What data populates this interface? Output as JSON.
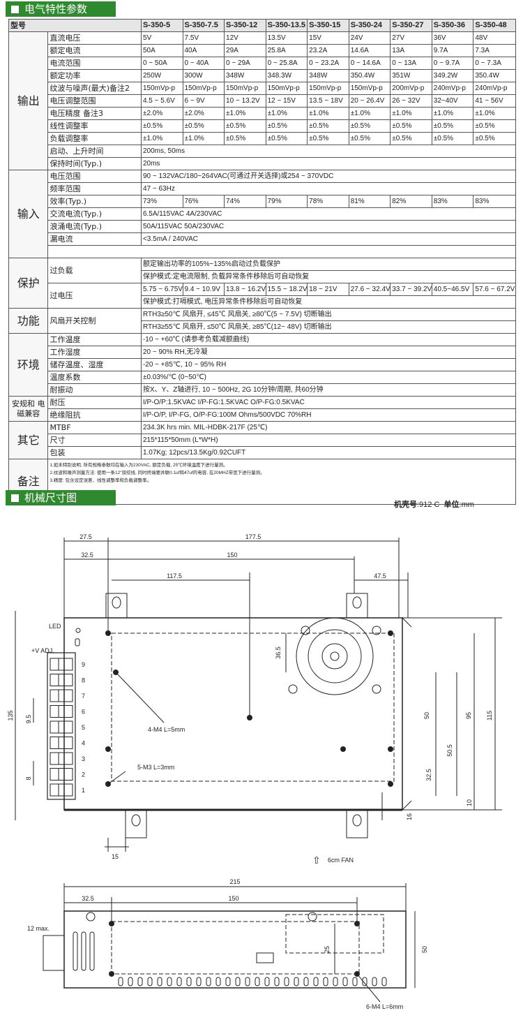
{
  "banners": {
    "spec": "电气特性参数",
    "mech": "机械尺寸图"
  },
  "mech_info": {
    "case_label": "机壳号",
    "case_no": ":912 C",
    "unit_label": "单位",
    "unit": ":mm"
  },
  "spec_table": {
    "model_label": "型号",
    "models": [
      "S-350-5",
      "S-350-7.5",
      "S-350-12",
      "S-350-13.5",
      "S-350-15",
      "S-350-24",
      "S-350-27",
      "S-350-36",
      "S-350-48"
    ],
    "sections": {
      "output": "输出",
      "input": "输入",
      "protection": "保护",
      "function": "功能",
      "environment": "环境",
      "safety": "安规和\n电磁兼容",
      "other": "其它",
      "notes": "备注"
    },
    "output_rows": [
      {
        "label": "直流电压",
        "values": [
          "5V",
          "7.5V",
          "12V",
          "13.5V",
          "15V",
          "24V",
          "27V",
          "36V",
          "48V"
        ]
      },
      {
        "label": "额定电流",
        "values": [
          "50A",
          "40A",
          "29A",
          "25.8A",
          "23.2A",
          "14.6A",
          "13A",
          "9.7A",
          "7.3A"
        ]
      },
      {
        "label": "电流范围",
        "values": [
          "0 ~ 50A",
          "0 ~ 40A",
          "0 ~ 29A",
          "0 ~ 25.8A",
          "0 ~ 23.2A",
          "0 ~ 14.6A",
          "0 ~ 13A",
          "0 ~ 9.7A",
          "0 ~ 7.3A"
        ]
      },
      {
        "label": "额定功率",
        "values": [
          "250W",
          "300W",
          "348W",
          "348.3W",
          "348W",
          "350.4W",
          "351W",
          "349.2W",
          "350.4W"
        ]
      },
      {
        "label": "纹波与噪声(最大)备注2",
        "values": [
          "150mVp-p",
          "150mVp-p",
          "150mVp-p",
          "150mVp-p",
          "150mVp-p",
          "150mVp-p",
          "200mVp-p",
          "240mVp-p",
          "240mVp-p"
        ]
      },
      {
        "label": "电压调整范围",
        "values": [
          "4.5 ~ 5.6V",
          "6 ~ 9V",
          "10 ~ 13.2V",
          "12 ~ 15V",
          "13.5 ~ 18V",
          "20 ~ 26.4V",
          "26 ~ 32V",
          "32~40V",
          "41 ~ 56V"
        ]
      },
      {
        "label": "电压精度 备注3",
        "values": [
          "±2.0%",
          "±2.0%",
          "±1.0%",
          "±1.0%",
          "±1.0%",
          "±1.0%",
          "±1.0%",
          "±1.0%",
          "±1.0%"
        ]
      },
      {
        "label": "线性调整率",
        "values": [
          "±0.5%",
          "±0.5%",
          "±0.5%",
          "±0.5%",
          "±0.5%",
          "±0.5%",
          "±0.5%",
          "±0.5%",
          "±0.5%"
        ]
      },
      {
        "label": "负载调整率",
        "values": [
          "±1.0%",
          "±1.0%",
          "±0.5%",
          "±0.5%",
          "±0.5%",
          "±0.5%",
          "±0.5%",
          "±0.5%",
          "±0.5%"
        ]
      }
    ],
    "startup": {
      "label": "启动、上升时间",
      "value": "200ms, 50ms"
    },
    "hold": {
      "label": "保持时间(Typ.)",
      "value": "20ms"
    },
    "voltage_range": {
      "label": "电压范围",
      "value": "90 ~ 132VAC/180~264VAC(可通过开关选择)或254 ~ 370VDC"
    },
    "freq_range": {
      "label": "频率范围",
      "value": "47 ~ 63Hz"
    },
    "efficiency": {
      "label": "效率(Typ.)",
      "values": [
        "73%",
        "76%",
        "74%",
        "79%",
        "78%",
        "81%",
        "82%",
        "83%",
        "83%"
      ]
    },
    "ac_current": {
      "label": "交流电流(Typ.)",
      "value": "6.5A/115VAC        4A/230VAC"
    },
    "inrush": {
      "label": "浪涌电流(Typ.)",
      "value": "50A/115VAC        50A/230VAC"
    },
    "leakage": {
      "label": "漏电流",
      "value": "<3.5mA / 240VAC"
    },
    "overload": {
      "label": "过负载",
      "line1": "额定输出功率的105%~135%启动过负载保护",
      "line2": "保护模式:定电流限制, 负载异常条件移除后可自动恢复"
    },
    "overvoltage": {
      "label": "过电压",
      "values": [
        "5.75 ~ 6.75V",
        "9.4 ~ 10.9V",
        "13.8 ~ 16.2V",
        "15.5 ~ 18.2V",
        "18 ~ 21V",
        "27.6 ~ 32.4V",
        "33.7 ~ 39.2V",
        "40.5~46.5V",
        "57.6 ~ 67.2V"
      ],
      "mode": "保护模式:打嗝模式, 电压异常条件移除后可自动恢复"
    },
    "fan": {
      "label": "风扇开关控制",
      "line1": "RTH3≥50℃ 风扇开, ≤45℃ 风扇关, ≥80℃(5 ~ 7.5V) 切断输出",
      "line2": "RTH3≥55℃ 风扇开, ≤50℃ 风扇关, ≥85℃(12~ 48V) 切断输出"
    },
    "env_rows": [
      {
        "label": "工作温度",
        "value": "-10 ~ +60℃ (请参考负载减额曲线)"
      },
      {
        "label": "工作湿度",
        "value": "20 ~ 90% RH,无冷凝"
      },
      {
        "label": "储存温度、湿度",
        "value": "-20 ~ +85℃, 10 ~ 95% RH"
      },
      {
        "label": "温度系数",
        "value": "±0.03%/℃ (0~50℃)"
      },
      {
        "label": "耐振动",
        "value": "按X、Y、Z轴进行, 10 ~ 500Hz, 2G 10分钟/周期, 共60分钟"
      }
    ],
    "withstand": {
      "label": "耐压",
      "value": "I/P-O/P:1.5KVAC    I/P-FG:1.5KVAC    O/P-FG:0.5KVAC"
    },
    "isolation": {
      "label": "绝缘阻抗",
      "value": "I/P-O/P, I/P-FG, O/P-FG:100M Ohms/500VDC 70%RH"
    },
    "mtbf": {
      "label": "MTBF",
      "value": "234.3K hrs min.  MIL-HDBK-217F (25℃)"
    },
    "size": {
      "label": "尺寸",
      "value": "215*115*50mm (L*W*H)"
    },
    "packing": {
      "label": "包装",
      "value": "1.07Kg; 12pcs/13.5Kg/0.92CUFT"
    },
    "notes": [
      "1.如未特别说明, 所有规格参数均在输入为230VAC, 额定负载, 25℃环境温度下进行量测。",
      "2.纹波和噪声测量方法: 使用一条12\"双绞线, 同时终端要并联0.1uf和47uf的电容, 在20MHZ带宽下进行量测。",
      "3.精度: 包含设定误差、线性调整率和负载调整率。"
    ]
  },
  "top_view": {
    "dims": [
      "27.5",
      "177.5",
      "32.5",
      "150",
      "117.5",
      "47.5",
      "36.5",
      "50",
      "95",
      "115",
      "135",
      "50.5",
      "32.5",
      "10",
      "16",
      "15",
      "9.5",
      "8"
    ],
    "labels": {
      "led": "LED",
      "vadj": "+V ADJ.",
      "m4": "4-M4 L=5mm",
      "m3": "5-M3 L=3mm",
      "fan": "6cm FAN"
    },
    "terminals": [
      "9",
      "8",
      "7",
      "6",
      "5",
      "4",
      "3",
      "2",
      "1"
    ]
  },
  "side_view": {
    "dims": [
      "215",
      "32.5",
      "150",
      "12 max.",
      "25",
      "50"
    ],
    "labels": {
      "m4": "6-M4 L=6mm"
    }
  }
}
